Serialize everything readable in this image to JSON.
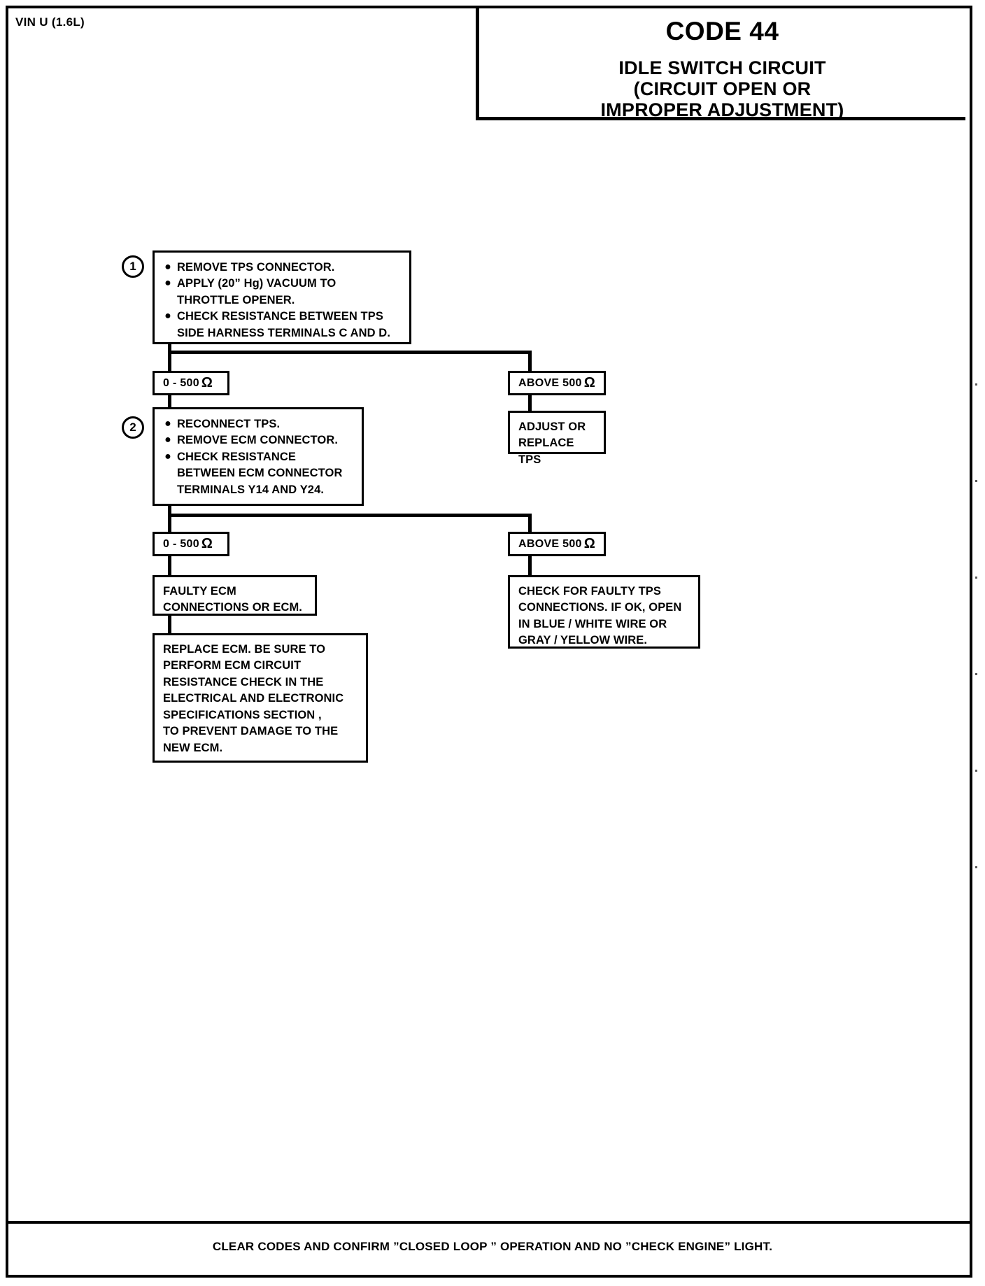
{
  "header": {
    "vin_label": "VIN U (1.6L)",
    "code_title": "CODE 44",
    "subtitle_line1": "IDLE SWITCH CIRCUIT",
    "subtitle_line2": "(CIRCUIT OPEN OR",
    "subtitle_line3": "IMPROPER ADJUSTMENT)"
  },
  "flowchart": {
    "type": "diagnostic-flowchart",
    "step1": {
      "badge": "1",
      "bullets": [
        {
          "text": "REMOVE TPS CONNECTOR.",
          "cont": []
        },
        {
          "text": "APPLY (20” Hg) VACUUM TO",
          "cont": [
            "THROTTLE OPENER."
          ]
        },
        {
          "text": "CHECK RESISTANCE BETWEEN TPS",
          "cont": [
            "SIDE HARNESS TERMINALS C AND D."
          ]
        }
      ]
    },
    "branch1": {
      "left_chip": {
        "value": "0 - 500",
        "unit": "Ω"
      },
      "right_chip": {
        "value": "ABOVE 500",
        "unit": "Ω"
      },
      "right_result": [
        "ADJUST OR",
        "REPLACE TPS"
      ]
    },
    "step2": {
      "badge": "2",
      "bullets": [
        {
          "text": "RECONNECT TPS.",
          "cont": []
        },
        {
          "text": "REMOVE ECM CONNECTOR.",
          "cont": []
        },
        {
          "text": "CHECK RESISTANCE",
          "cont": [
            "BETWEEN ECM CONNECTOR",
            "TERMINALS Y14 AND Y24."
          ]
        }
      ]
    },
    "branch2": {
      "left_chip": {
        "value": "0 - 500",
        "unit": "Ω"
      },
      "right_chip": {
        "value": "ABOVE 500",
        "unit": "Ω"
      },
      "left_result": [
        "FAULTY ECM",
        "CONNECTIONS OR ECM."
      ],
      "right_result": [
        "CHECK FOR FAULTY TPS",
        "CONNECTIONS. IF OK, OPEN",
        "IN BLUE / WHITE WIRE OR",
        "GRAY / YELLOW WIRE."
      ],
      "left_final": [
        "REPLACE ECM.  BE SURE TO",
        "PERFORM ECM CIRCUIT",
        "RESISTANCE CHECK IN THE",
        "ELECTRICAL AND ELECTRONIC",
        "SPECIFICATIONS SECTION ,",
        "TO PREVENT DAMAGE TO  THE",
        "NEW ECM."
      ]
    }
  },
  "footer": {
    "note": "CLEAR CODES AND CONFIRM ”CLOSED LOOP ” OPERATION AND NO ”CHECK ENGINE” LIGHT."
  },
  "colors": {
    "ink": "#000000",
    "paper": "#ffffff"
  }
}
